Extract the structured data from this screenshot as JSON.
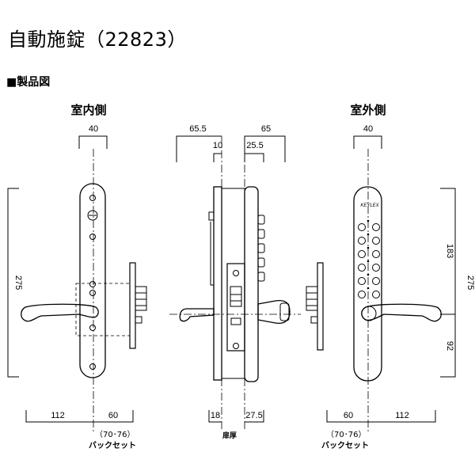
{
  "title": "自動施錠（22823）",
  "section_heading": "■製品図",
  "views": {
    "indoor": {
      "label": "室内側"
    },
    "outdoor": {
      "label": "室外側"
    }
  },
  "dimensions": {
    "indoor_plate_width": "40",
    "indoor_height": "275",
    "indoor_lever_length": "112",
    "indoor_backset_span": "60",
    "side_left_projection": "65.5",
    "side_right_projection": "65",
    "side_left_inner": "10",
    "side_right_inner": "25.5",
    "side_bottom_left": "18",
    "side_bottom_right": "27.5",
    "outdoor_plate_width": "40",
    "outdoor_upper_height": "183",
    "outdoor_height": "275",
    "outdoor_lower_height": "92",
    "outdoor_backset_span": "60",
    "outdoor_lever_length": "112"
  },
  "notes": {
    "backset_range_indoor": "（70･76）",
    "backset_label_indoor": "バックセット",
    "door_thickness_label": "扉厚",
    "backset_range_outdoor": "（70･76）",
    "backset_label_outdoor": "バックセット"
  },
  "keypad_brand": "KEYLEX"
}
